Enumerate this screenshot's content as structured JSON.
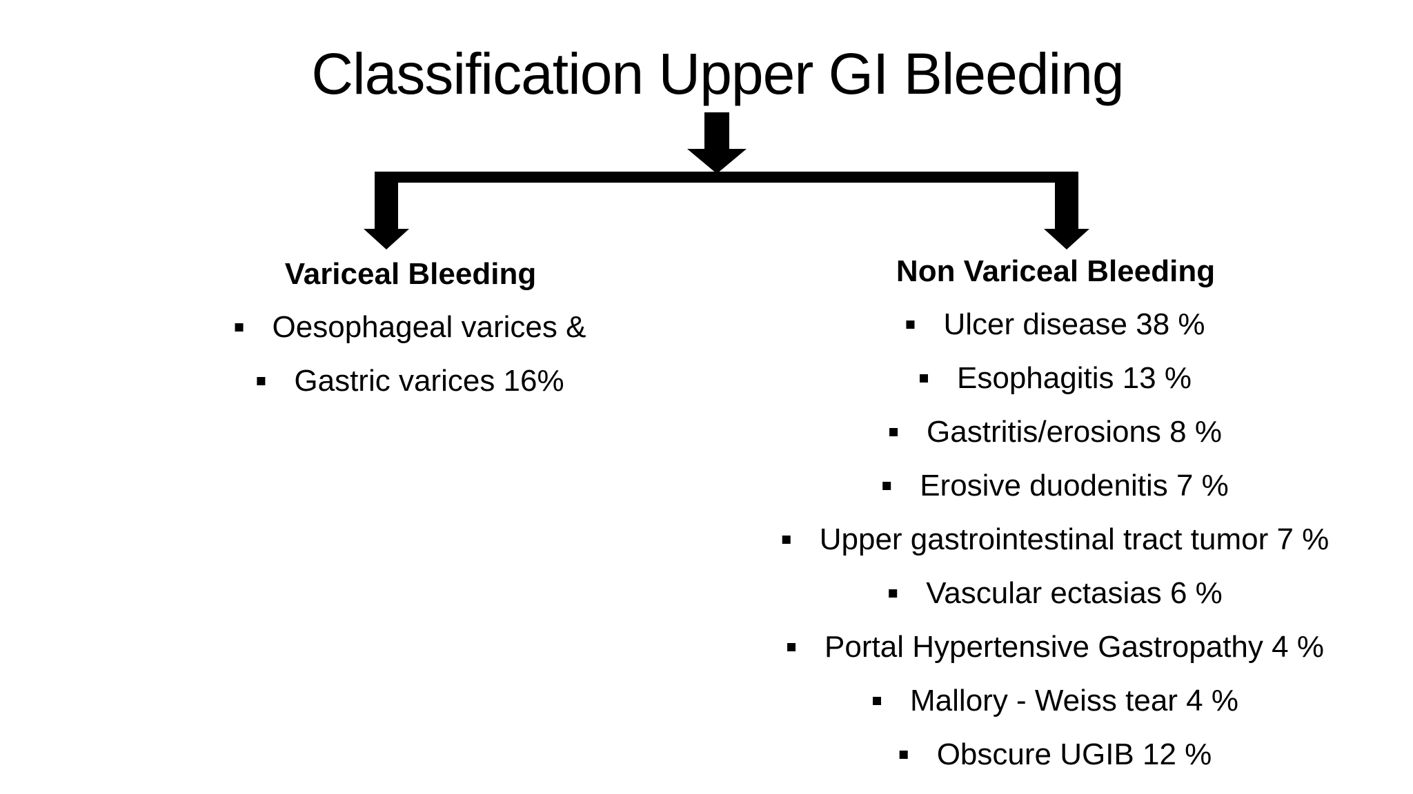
{
  "title": "Classification Upper GI Bleeding",
  "branches": [
    {
      "heading": "Variceal Bleeding",
      "items": [
        "Oesophageal varices &",
        "Gastric varices 16%"
      ]
    },
    {
      "heading": "Non Variceal Bleeding",
      "items": [
        "Ulcer disease 38 %",
        "Esophagitis 13 %",
        "Gastritis/erosions 8 %",
        "Erosive duodenitis 7 %",
        "Upper gastrointestinal tract tumor 7 %",
        "Vascular ectasias 6 %",
        "Portal Hypertensive Gastropathy 4 %",
        "Mallory - Weiss tear 4 %",
        "Obscure UGIB 12 %"
      ]
    }
  ]
}
